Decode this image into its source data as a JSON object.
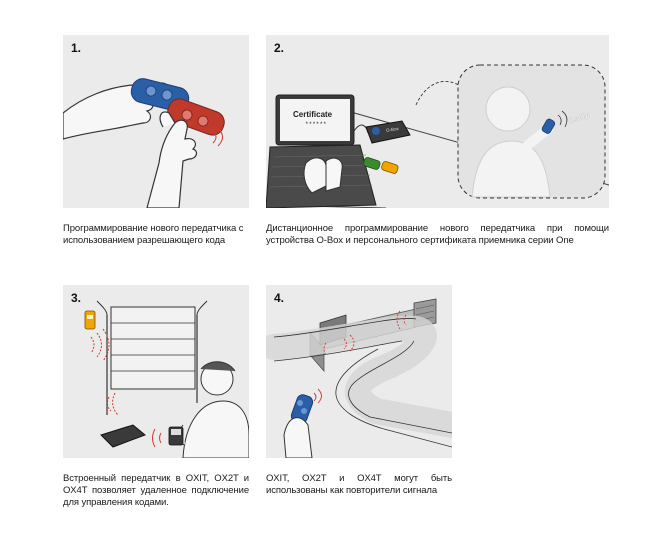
{
  "steps": [
    {
      "number": "1.",
      "caption": "Программирование нового передатчика с использованием разрешающего кода"
    },
    {
      "number": "2.",
      "caption": "Дистанционное программирование нового передатчика при помощи устройства O-Box и персонального сертификата приемника серии One",
      "certificate_title": "Certificate",
      "certificate_code": "******",
      "obox_label": "O-Box",
      "ready_label": "Ready!"
    },
    {
      "number": "3.",
      "caption": "Встроенный передатчик в OXIT, OX2T и OX4T позволяет удаленное подключение для управления кодами."
    },
    {
      "number": "4.",
      "caption": "OXIT, OX2T и OX4T могут быть использованы как повторители сигнала"
    }
  ],
  "colors": {
    "panel_bg": "#ebebeb",
    "remote_blue": "#2a5fa8",
    "remote_red": "#c0392b",
    "signal_red": "#d33a2c",
    "accent_yellow": "#f0a500",
    "remote_green": "#3a8a2e"
  }
}
